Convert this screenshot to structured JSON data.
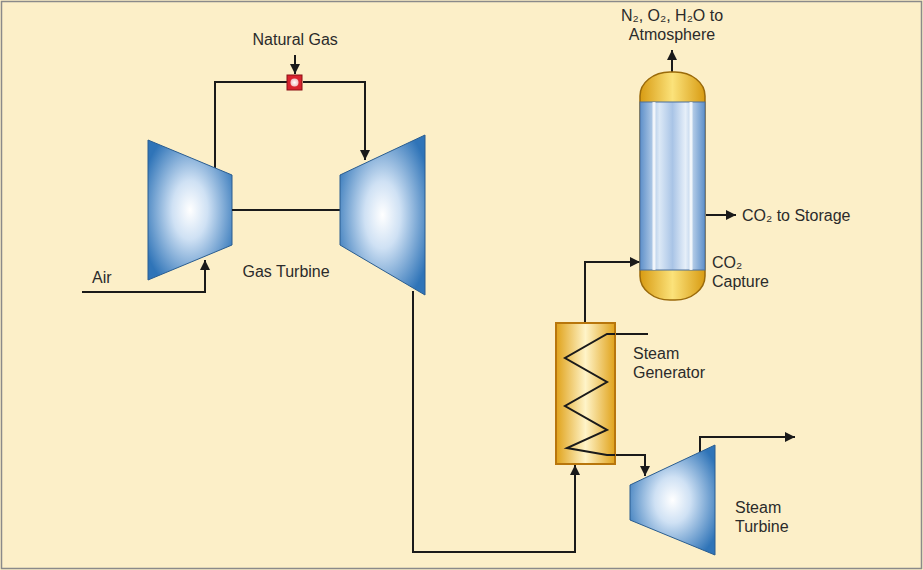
{
  "diagram": {
    "nodes": [
      {
        "text": [
          "Gas Turbine"
        ]
      },
      {
        "text": [
          "Steam Generator"
        ]
      },
      {
        "text": [
          "CO₂ Capture"
        ]
      },
      {
        "text": [
          "Steam Turbine"
        ]
      }
    ],
    "edges": [
      {
        "from": 0,
        "to": 1,
        "arrow": "to"
      },
      {
        "from": 1,
        "to": 2,
        "arrow": "to"
      },
      {
        "from": 1,
        "to": 3,
        "arrow": "to"
      }
    ],
    "labels": [
      "Natural Gas",
      "Air",
      "N₂, O₂, H₂O to Atmosphere",
      "CO₂ to Storage"
    ]
  }
}
